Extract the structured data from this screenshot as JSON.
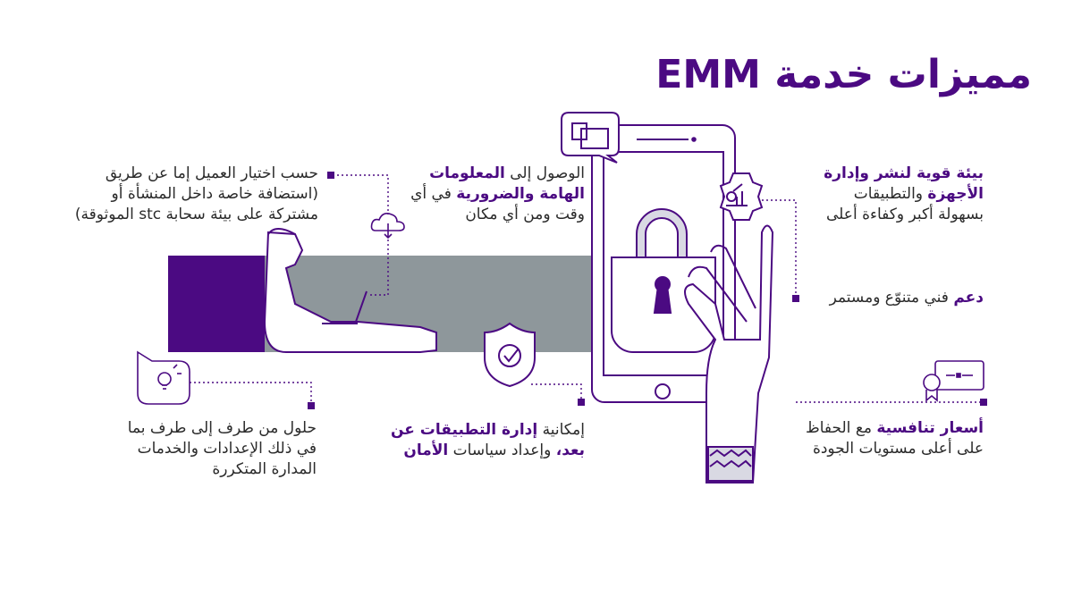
{
  "title": "مميزات خدمة EMM",
  "colors": {
    "brand": "#4b0a82",
    "gray": "#8e979b",
    "lightgray": "#d9d9e3",
    "text": "#2b2b2b"
  },
  "features": {
    "deployment": {
      "line1_bold": "بيئة قوية لنشر وإدارة",
      "line2_bold": "الأجهزة",
      "line2_rest": " والتطبيقات",
      "line3": "بسهولة أكبر وكفاءة أعلى",
      "icon": "gear-chart-icon"
    },
    "access": {
      "line1_rest": "الوصول إلى ",
      "line1_bold": "المعلومات",
      "line2_bold": "الهامة والضرورية",
      "line2_rest": " في أي",
      "line3": "وقت ومن أي مكان",
      "icon": "folder-chat-icon"
    },
    "hosting": {
      "line1": "حسب اختيار العميل إما عن طريق",
      "line2": "(استضافة خاصة داخل المنشأة أو",
      "line3": "مشتركة على بيئة سحابة stc الموثوقة)",
      "icon": "cloud-download-icon"
    },
    "support": {
      "bold": "دعم",
      "rest": " فني متنوّع ومستمر"
    },
    "pricing": {
      "line1_bold": "أسعار تنافسية",
      "line1_rest": " مع الحفاظ",
      "line2": "على أعلى مستويات الجودة",
      "icon": "certificate-icon"
    },
    "remote": {
      "line1_rest": "إمكانية ",
      "line1_bold": "إدارة التطبيقات عن",
      "line2_bold_a": "بعد،",
      "line2_rest": " وإعداد سياسات ",
      "line2_bold_b": "الأمان",
      "icon": "shield-check-icon"
    },
    "endtoend": {
      "line1": "حلول من طرف إلى طرف بما",
      "line2": "في ذلك الإعدادات والخدمات",
      "line3": "المدارة المتكررة",
      "icon": "lightbulb-icon"
    }
  }
}
